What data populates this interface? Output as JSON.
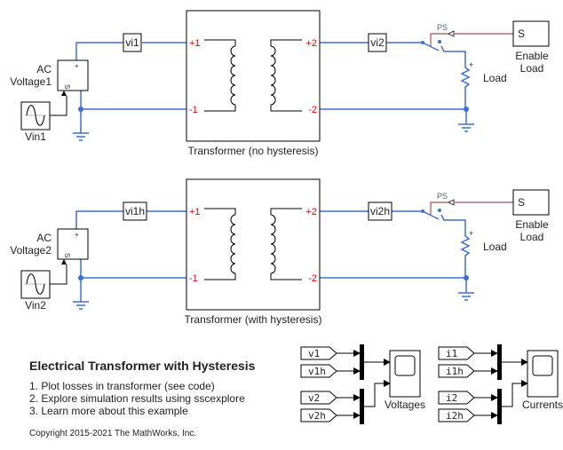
{
  "colors": {
    "wire": "#3b6fd6",
    "signal": "#a05050",
    "port": "#e00000",
    "block": "#000000"
  },
  "row1": {
    "source_label_1": "AC",
    "source_label_2": "Voltage1",
    "vin": "Vin1",
    "sensor": "vi1",
    "transformer": "Transformer (no hysteresis)",
    "sensor2": "vi2",
    "ps": "PS",
    "step": "S",
    "enable_1": "Enable",
    "enable_2": "Load",
    "load": "Load",
    "ports": {
      "p1": "+1",
      "n1": "-1",
      "p2": "+2",
      "n2": "-2"
    }
  },
  "row2": {
    "source_label_1": "AC",
    "source_label_2": "Voltage2",
    "vin": "Vin2",
    "sensor": "vi1h",
    "transformer": "Transformer (with hysteresis)",
    "sensor2": "vi2h",
    "ps": "PS",
    "step": "S",
    "enable_1": "Enable",
    "enable_2": "Load",
    "load": "Load",
    "ports": {
      "p1": "+1",
      "n1": "-1",
      "p2": "+2",
      "n2": "-2"
    }
  },
  "annotation": {
    "title": "Electrical Transformer with Hysteresis",
    "items": [
      "1. Plot losses in transformer (see code)",
      "2. Explore simulation results using sscexplore",
      "3. Learn more about this example"
    ],
    "copyright": "Copyright 2015-2021 The MathWorks, Inc."
  },
  "scopes": {
    "voltages": {
      "label": "Voltages",
      "tags": [
        "v1",
        "v1h",
        "v2",
        "v2h"
      ]
    },
    "currents": {
      "label": "Currents",
      "tags": [
        "i1",
        "i1h",
        "i2",
        "i2h"
      ]
    }
  }
}
